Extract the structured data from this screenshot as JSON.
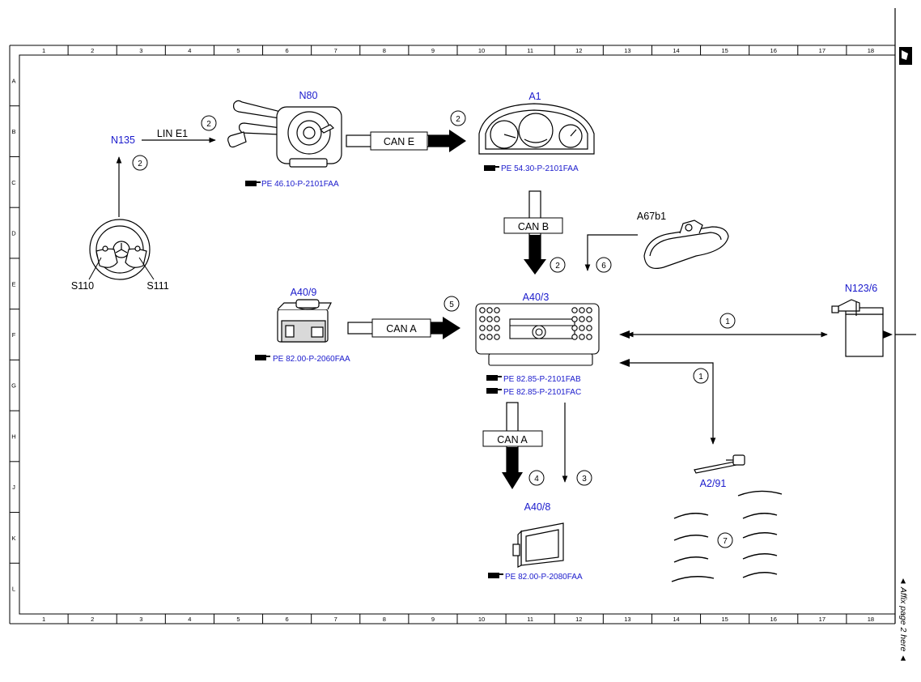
{
  "grid": {
    "columns": [
      "1",
      "2",
      "3",
      "4",
      "5",
      "6",
      "7",
      "8",
      "9",
      "10",
      "11",
      "12",
      "13",
      "14",
      "15",
      "16",
      "17",
      "18"
    ],
    "rows": [
      "A",
      "B",
      "C",
      "D",
      "E",
      "F",
      "G",
      "H",
      "J",
      "K",
      "L"
    ]
  },
  "components": {
    "n135": "N135",
    "n80": "N80",
    "a1": "A1",
    "a67b1": "A67b1",
    "s110": "S110",
    "s111": "S111",
    "a40_9": "A40/9",
    "a40_3": "A40/3",
    "n123_6": "N123/6",
    "a2_91": "A2/91",
    "a40_8": "A40/8"
  },
  "bus_labels": {
    "lin_e1": "LIN E1",
    "can_e": "CAN E",
    "can_b": "CAN B",
    "can_a_1": "CAN A",
    "can_a_2": "CAN A"
  },
  "references": {
    "n80": "PE 46.10-P-2101FAA",
    "a1": "PE 54.30-P-2101FAA",
    "a40_9": "PE 82.00-P-2060FAA",
    "a40_3_a": "PE 82.85-P-2101FAB",
    "a40_3_b": "PE 82.85-P-2101FAC",
    "a40_8": "PE 82.00-P-2080FAA"
  },
  "numbers": {
    "n_lin": "2",
    "n_s_to_n135": "2",
    "n_cane": "2",
    "n_canb": "2",
    "n_a67": "6",
    "n_cana": "5",
    "n_n123": "1",
    "n_a291": "1",
    "n_a408": "4",
    "n_3": "3",
    "n_7": "7"
  },
  "side_note": "◄ Affix page 2 here ◄"
}
